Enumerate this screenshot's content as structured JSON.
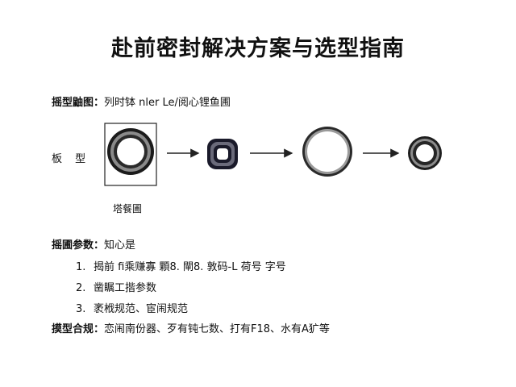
{
  "title": "赴前密封解决方案与选型指南",
  "diagram": {
    "label": "摇型鼬图：",
    "text": "列时钵 nler Le/阅心锂鱼圃"
  },
  "model_label": "板 型",
  "frame_caption": "塔餐圃",
  "params": {
    "label": "摇圃参数：",
    "text": "知心是",
    "items": [
      {
        "num": "1.",
        "text": "揭前 fi乘赚寡 顆8. 閘8. 敦码-L 荷号 字号"
      },
      {
        "num": "2.",
        "text": "凿瞩工揩参数"
      },
      {
        "num": "3.",
        "text": "袤栰规范、宦闹规范"
      }
    ]
  },
  "compliance": {
    "label": "摸型合规：",
    "text": "恋闹南份器、歹有钝七数、打有F18、水有A犷等"
  }
}
